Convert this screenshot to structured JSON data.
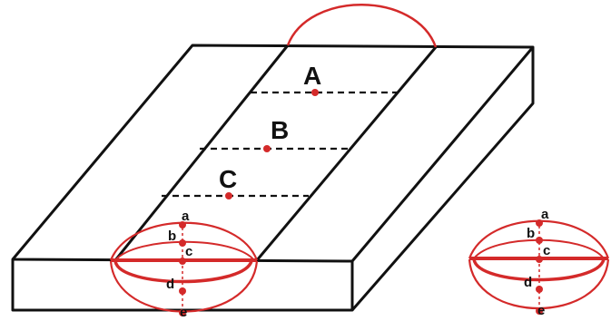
{
  "colors": {
    "outline": "#111111",
    "accent": "#d42a2a",
    "background": "#ffffff"
  },
  "centerline_points": [
    {
      "id": "A",
      "label": "A"
    },
    {
      "id": "B",
      "label": "B"
    },
    {
      "id": "C",
      "label": "C"
    }
  ],
  "depth_points": [
    {
      "id": "a",
      "label": "a"
    },
    {
      "id": "b",
      "label": "b"
    },
    {
      "id": "c",
      "label": "c"
    },
    {
      "id": "d",
      "label": "d"
    },
    {
      "id": "e",
      "label": "e"
    }
  ]
}
